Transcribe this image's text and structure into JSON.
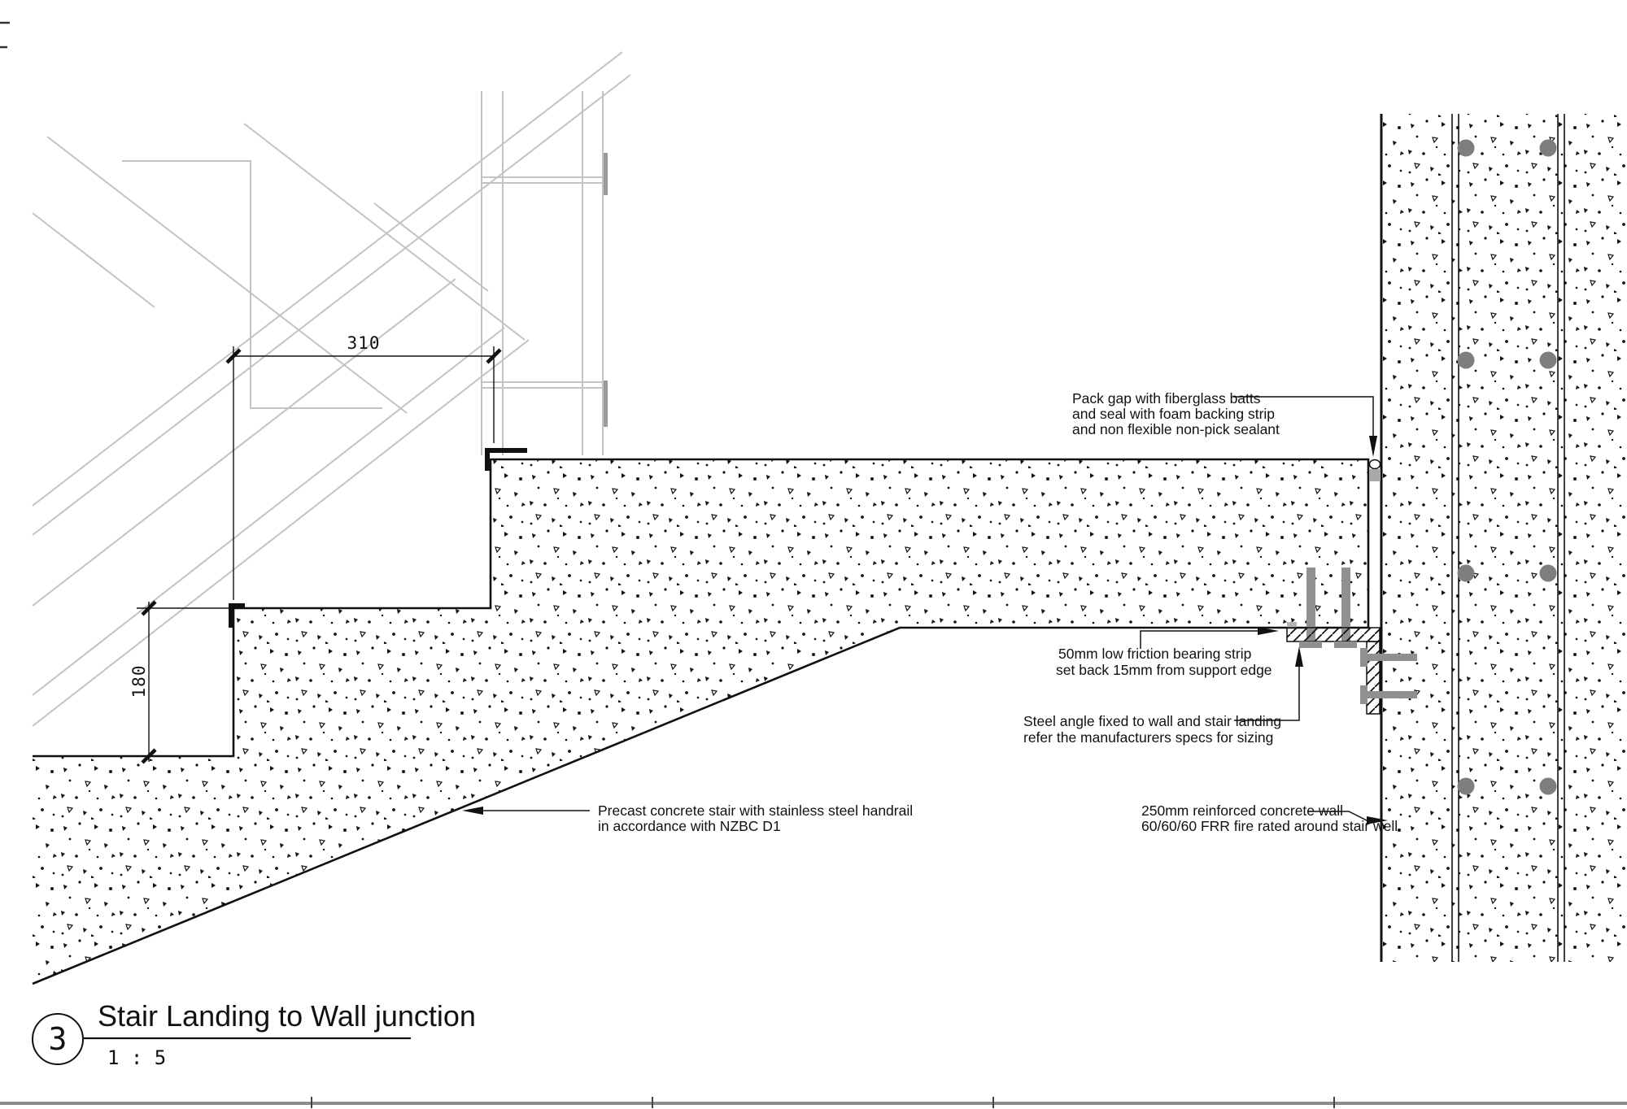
{
  "title_block": {
    "detail_number": "3",
    "title": "Stair Landing to Wall junction",
    "scale": "1 : 5"
  },
  "dimensions": {
    "tread_going": "310",
    "riser_height": "180"
  },
  "annotations": {
    "pack_gap": {
      "lines": [
        "Pack gap with fiberglass batts",
        "and seal with foam backing strip",
        "and non flexible non-pick sealant"
      ]
    },
    "bearing_strip": {
      "lines": [
        "50mm low friction bearing strip",
        "set back 15mm from support edge"
      ]
    },
    "steel_angle": {
      "lines": [
        "Steel angle fixed to wall and stair landing",
        "refer the manufacturers specs for sizing"
      ]
    },
    "precast_stair": {
      "lines": [
        "Precast concrete stair with stainless steel handrail",
        "in accordance with NZBC D1"
      ]
    },
    "concrete_wall": {
      "lines": [
        "250mm reinforced concrete wall",
        "60/60/60 FRR fire rated around stair well"
      ]
    }
  },
  "colors": {
    "line_ink": "#111111",
    "faint_linework": "#c3c3c3",
    "rebar_gray": "#7e7e7e",
    "steel_gray": "#909090",
    "sealant_gray": "#a9a9a9",
    "sheet_border_gray": "#8c8c8c"
  }
}
